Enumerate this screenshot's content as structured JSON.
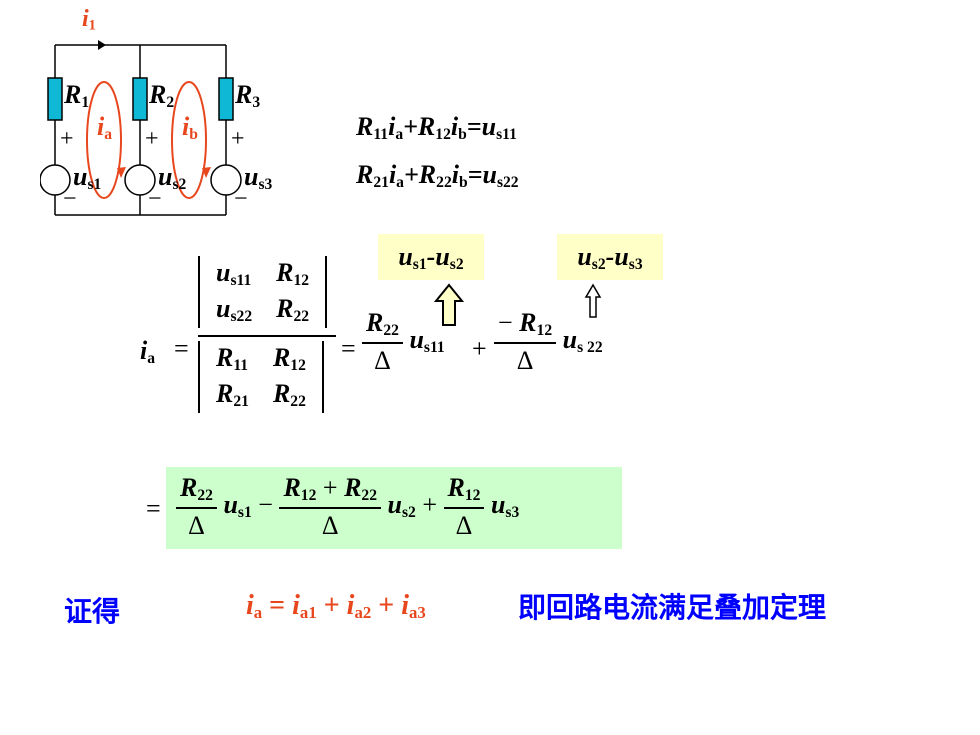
{
  "circuit": {
    "i1": "i",
    "i1_sub": "1",
    "r1": "R",
    "r1_sub": "1",
    "r2": "R",
    "r2_sub": "2",
    "r3": "R",
    "r3_sub": "3",
    "ia": "i",
    "ia_sub": "a",
    "ib": "i",
    "ib_sub": "b",
    "plus": "+",
    "minus": "−",
    "us1": "u",
    "us1_sub": "s1",
    "us2": "u",
    "us2_sub": "s2",
    "us3": "u",
    "us3_sub": "s3"
  },
  "eq1": {
    "r11": "11",
    "r12": "12",
    "rhs": "s11",
    "a": "a",
    "b": "b"
  },
  "eq2": {
    "r21": "21",
    "r22": "22",
    "rhs": "s22",
    "a": "a",
    "b": "b"
  },
  "highlights": {
    "left": {
      "u1": "s1",
      "u2": "s2"
    },
    "right": {
      "u1": "s2",
      "u2": "s3"
    }
  },
  "main_eq": {
    "lhs_sub": "a",
    "det_num": [
      [
        "u",
        "s11",
        "R",
        "12"
      ],
      [
        "u",
        "s22",
        "R",
        "22"
      ]
    ],
    "det_den": [
      [
        "R",
        "11",
        "R",
        "12"
      ],
      [
        "R",
        "21",
        "R",
        "22"
      ]
    ],
    "t1_num_sub": "22",
    "t1_u_sub": "s11",
    "t2_num_sub": "12",
    "t2_u_sub": "s 22",
    "delta": "Δ"
  },
  "green_eq": {
    "t1_sub": "22",
    "u1": "s1",
    "t2_a": "12",
    "t2_b": "22",
    "u2": "s2",
    "t3_sub": "12",
    "u3": "s3"
  },
  "proof": {
    "label": "证得",
    "lhs_sub": "a",
    "terms": [
      "a1",
      "a2",
      "a3"
    ],
    "conclusion": "即回路电流满足叠加定理"
  }
}
